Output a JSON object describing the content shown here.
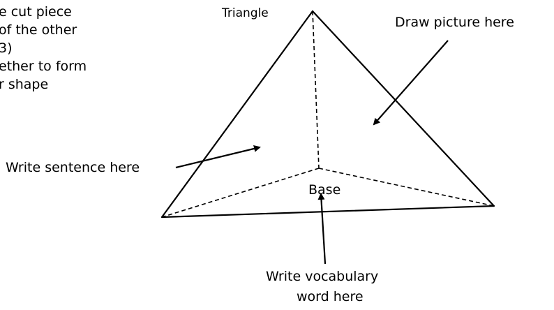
{
  "instructions": {
    "lines": [
      "e cut piece",
      "of the other",
      "3)",
      "ether to form",
      "r shape"
    ]
  },
  "labels": {
    "triangle": "Triangle",
    "base": "Base",
    "draw_picture": "Draw picture here",
    "write_sentence": "Write sentence here",
    "write_vocab_line1": "Write vocabulary",
    "write_vocab_line2": "word here"
  }
}
